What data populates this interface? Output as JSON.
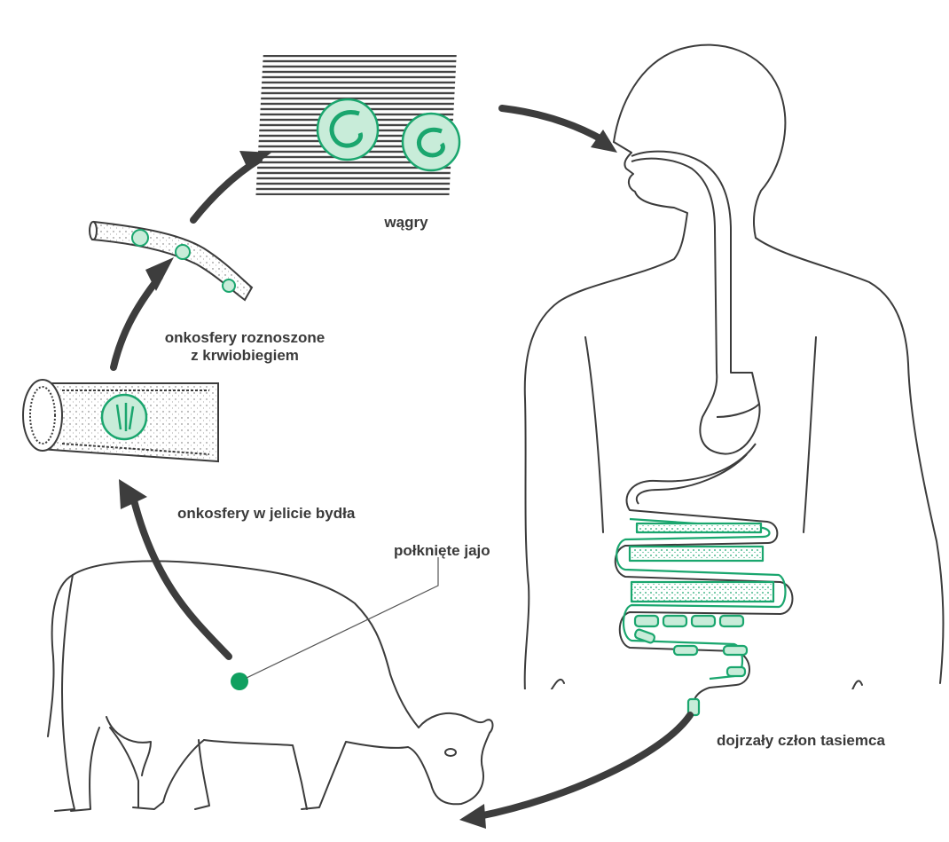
{
  "labels": {
    "cysticerci": "wągry",
    "blood_line1": "onkosfery roznoszone",
    "blood_line2": "z krwiobiegiem",
    "intestine": "onkosfery w jelicie bydła",
    "egg": "połknięte jajo",
    "proglottid": "dojrzały człon tasiemca"
  },
  "colors": {
    "outline": "#3c3c3c",
    "arrow": "#3d3d3d",
    "parasite": "#1aa66e",
    "parasite_fill": "#c8ecd9",
    "egg": "#10a060",
    "background": "#ffffff"
  }
}
